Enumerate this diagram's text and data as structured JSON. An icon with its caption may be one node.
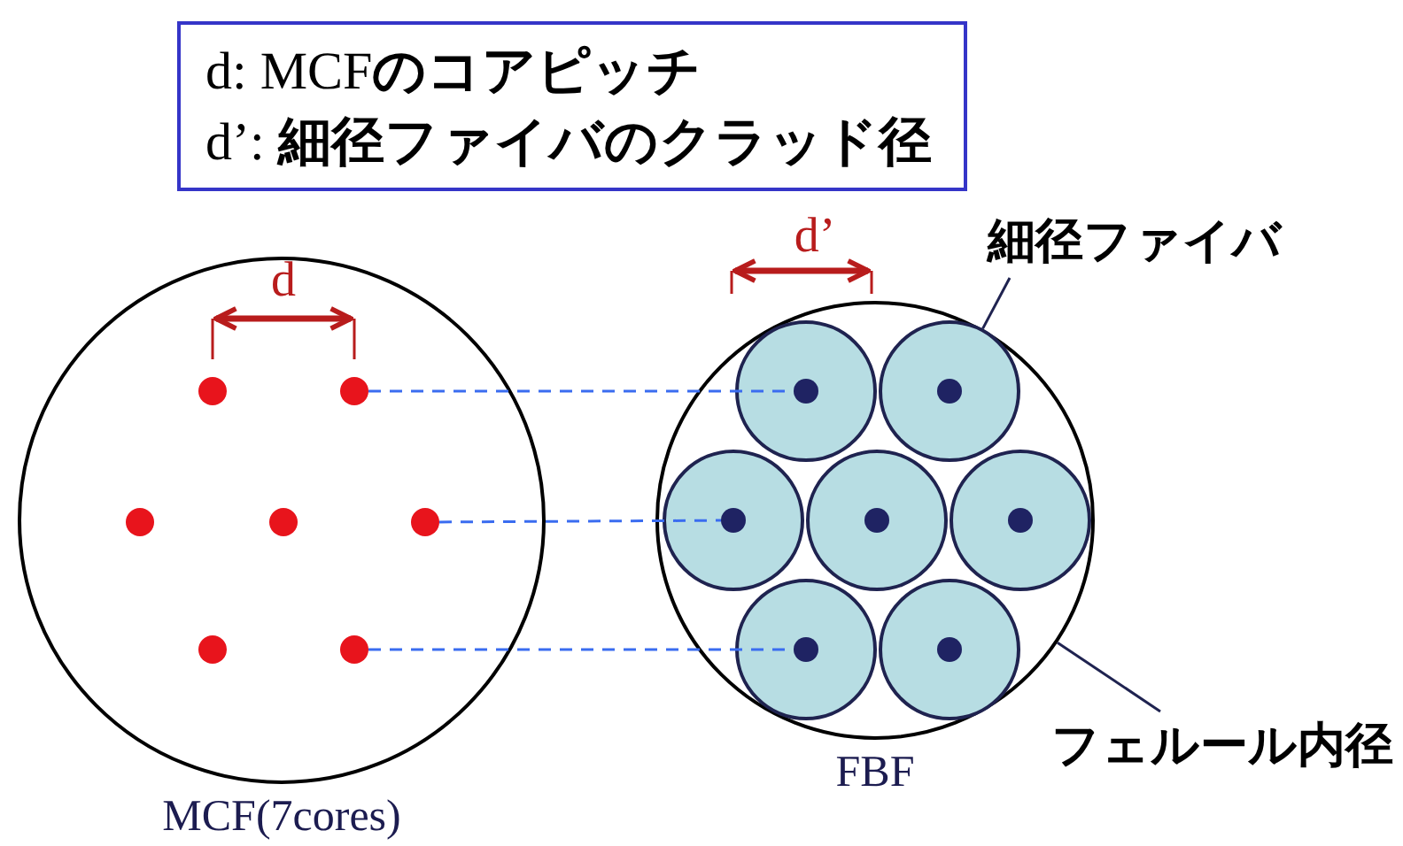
{
  "diagram": {
    "nodes": [
      {
        "text": [
          "d: MCF**のコアピッチ**",
          "d’: **細径ファイバのクラッド径**"
        ]
      },
      {
        "text": [],
        "shape": "circle",
        "beside": [
          "MCF(7cores)"
        ]
      },
      {
        "text": [],
        "shape": "circle",
        "in": 1
      },
      {
        "text": [],
        "shape": "circle",
        "in": 1
      },
      {
        "text": [],
        "shape": "circle",
        "in": 1
      },
      {
        "text": [],
        "shape": "circle",
        "in": 1
      },
      {
        "text": [],
        "shape": "circle",
        "in": 1
      },
      {
        "text": [],
        "shape": "circle",
        "in": 1
      },
      {
        "text": [],
        "shape": "circle",
        "in": 1
      },
      {
        "text": [],
        "shape": "circle",
        "beside": [
          "FBF"
        ]
      },
      {
        "text": [],
        "shape": "circle",
        "in": 9
      },
      {
        "text": [],
        "shape": "circle",
        "in": 9
      },
      {
        "text": [],
        "shape": "circle",
        "in": 9
      },
      {
        "text": [],
        "shape": "circle",
        "in": 9
      },
      {
        "text": [],
        "shape": "circle",
        "in": 9
      },
      {
        "text": [],
        "shape": "circle",
        "in": 9
      },
      {
        "text": [],
        "shape": "circle",
        "in": 9
      },
      {
        "text": [],
        "shape": "circle",
        "in": 10
      },
      {
        "text": [],
        "shape": "circle",
        "in": 11
      },
      {
        "text": [],
        "shape": "circle",
        "in": 12
      },
      {
        "text": [],
        "shape": "circle",
        "in": 13
      },
      {
        "text": [],
        "shape": "circle",
        "in": 14
      },
      {
        "text": [],
        "shape": "circle",
        "in": 15
      },
      {
        "text": [],
        "shape": "circle",
        "in": 16
      },
      {
        "text": [
          "細径ファイバ"
        ]
      },
      {
        "text": [
          "フェルール内径"
        ]
      }
    ],
    "edges": [
      {
        "from": 3,
        "to": 17,
        "arrow": "none",
        "style": "dashed",
        "color": "#3a6cf0"
      },
      {
        "from": 6,
        "to": 19,
        "arrow": "none",
        "style": "dashed",
        "color": "#3a6cf0"
      },
      {
        "from": 8,
        "to": 22,
        "arrow": "none",
        "style": "dashed",
        "color": "#3a6cf0"
      },
      {
        "from": 24,
        "to": 11,
        "arrow": "none",
        "color": "#1f2350"
      },
      {
        "from": 25,
        "to": 9,
        "arrow": "none",
        "color": "#1f2350"
      }
    ],
    "labels": [
      "d",
      "d’"
    ]
  }
}
